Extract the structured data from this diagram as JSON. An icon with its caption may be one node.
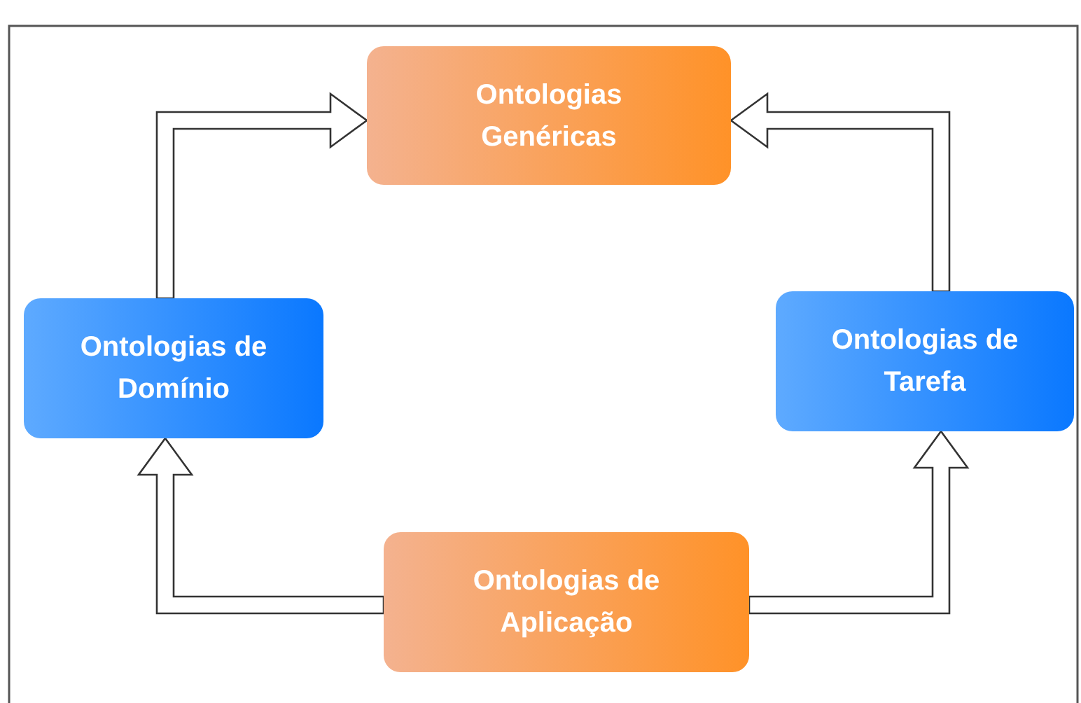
{
  "diagram": {
    "nodes": [
      {
        "text": [
          "Ontologias Genéricas"
        ]
      },
      {
        "text": [
          "Ontologias de Domínio"
        ]
      },
      {
        "text": [
          "Ontologias de Tarefa"
        ]
      },
      {
        "text": [
          "Ontologias de Aplicação"
        ]
      }
    ],
    "edges": [
      {
        "from": 1,
        "to": 0,
        "arrow": "to"
      },
      {
        "from": 2,
        "to": 0,
        "arrow": "to"
      },
      {
        "from": 3,
        "to": 1,
        "arrow": "to"
      },
      {
        "from": 3,
        "to": 2,
        "arrow": "to"
      }
    ]
  }
}
